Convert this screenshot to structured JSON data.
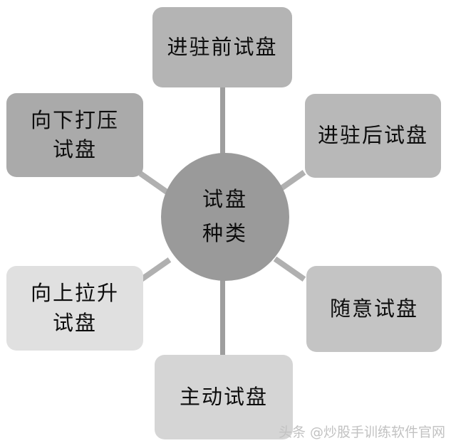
{
  "diagram": {
    "type": "radial-hub-and-spoke",
    "background_color": "#ffffff",
    "hub": {
      "label": "试盘\n种类",
      "color": "#9a9a9a",
      "shape": "circle"
    },
    "nodes": [
      {
        "id": "top",
        "label": "进驻前试盘",
        "position": "top",
        "color": "#b4b4b4"
      },
      {
        "id": "right-top",
        "label": "进驻后试盘",
        "position": "right-top",
        "color": "#b8b8b8"
      },
      {
        "id": "right-bottom",
        "label": "随意试盘",
        "position": "right-bottom",
        "color": "#c4c4c4"
      },
      {
        "id": "bottom",
        "label": "主动试盘",
        "position": "bottom",
        "color": "#d5d5d5"
      },
      {
        "id": "left-bottom",
        "label": "向上拉升\n试盘",
        "position": "left-bottom",
        "color": "#e0e0e0"
      },
      {
        "id": "left-top",
        "label": "向下打压\n试盘",
        "position": "left-top",
        "color": "#aaaaaa"
      }
    ],
    "connector_color": "#9e9e9e",
    "connector_dash_color": "#b0b0b0"
  },
  "watermark": {
    "text": "头条 @炒股手训练软件官网",
    "color": "#c2c2c2"
  }
}
